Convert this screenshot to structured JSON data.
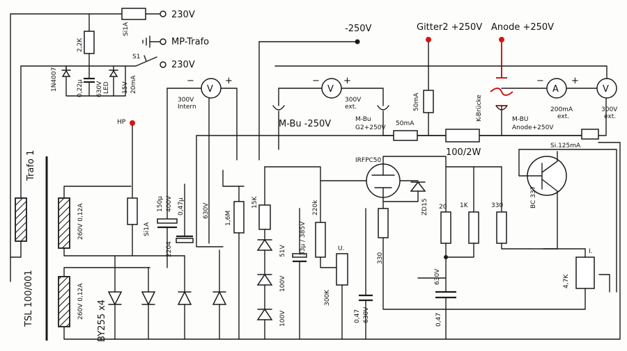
{
  "labels": {
    "v230_top": "230V",
    "si_top": "Si1A",
    "mp_trafo": "MP-Trafo",
    "s1": "S1",
    "v230_mid": "230V",
    "r22k": "2,2K",
    "d1n4007": "1N4007",
    "cap_022": "0,22µ",
    "cap_630": "630V",
    "led": "LED",
    "v15": "15V",
    "ma20": "20mA",
    "minus250": "-250V",
    "gitter2": "Gitter2 +250V",
    "anode": "Anode +250V",
    "v300_intern": "300V",
    "intern": "Intern",
    "v300_ext1": "300V",
    "ext1": "ext.",
    "r50ma_vert": "50mA",
    "kbrucke": "K-Brücke",
    "ma200": "200mA",
    "ext2": "ext.",
    "v300_ext3": "300V",
    "ext3": "ext.",
    "mbu_minus": "M-Bu -250V",
    "mbu_g2a": "M-Bu",
    "mbu_g2b": "G2+250V",
    "r50ma_h": "50mA",
    "mbu_anode_a": "M-BU",
    "mbu_anode_b": "Anode+250V",
    "si125": "Si.125mA",
    "r100_2w": "100/2W",
    "hp": "HP",
    "trafo1": "Trafo 1",
    "tsl": "TSL 100/001",
    "winding1": "260V 0,12A",
    "winding2": "260V 0,12A",
    "by255": "BY255 x4",
    "si1a_lower": "Si1A",
    "c2204": "2204",
    "c150": "150µ",
    "c400": "400V",
    "c047": "0,47µ",
    "c630": "630V",
    "r16m": "1,6M",
    "r15k": "15K",
    "z51": "51V",
    "z100a": "100V",
    "z100b": "100V",
    "c33": "33µ / 385V",
    "r220k": "220k",
    "pot300k": "300K",
    "u_label": "U.",
    "c047b": "0,47",
    "c630b": "630V",
    "r330a": "330",
    "irfpc50": "IRFPC50",
    "zd15": "ZD15",
    "r20": "20",
    "r1k": "1K",
    "r330b": "330",
    "bc337": "BC 337",
    "c630c": "630V",
    "c047c": "0,47",
    "pot47k": "4,7K",
    "i_label": "I."
  },
  "meters": {
    "volt": "V",
    "amp": "A"
  },
  "colors": {
    "ink": "#1a1a1a",
    "terminal": "#d41616",
    "paper": "#fdfdfb"
  }
}
